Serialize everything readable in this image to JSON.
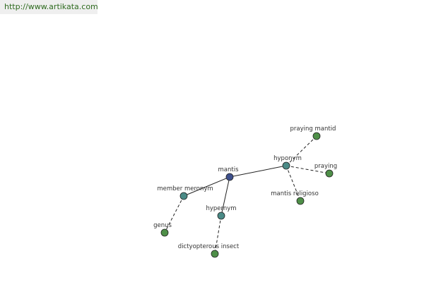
{
  "url": "http://www.artikata.com",
  "colors": {
    "center": "#3d4f8c",
    "relation": "#4a8a86",
    "leaf": "#4e8f48"
  },
  "nodes": [
    {
      "id": "mantis",
      "label": "mantis",
      "kind": "center"
    },
    {
      "id": "hyponym",
      "label": "hyponym",
      "kind": "relation"
    },
    {
      "id": "member-meronym",
      "label": "member meronym",
      "kind": "relation"
    },
    {
      "id": "hypernym",
      "label": "hypernym",
      "kind": "relation"
    },
    {
      "id": "praying-mantid",
      "label": "praying mantid",
      "kind": "leaf"
    },
    {
      "id": "praying",
      "label": "praying",
      "kind": "leaf"
    },
    {
      "id": "mantis-religioso",
      "label": "mantis religioso",
      "kind": "leaf"
    },
    {
      "id": "genus",
      "label": "genus",
      "kind": "leaf"
    },
    {
      "id": "dictyopterous-insect",
      "label": "dictyopterous insect",
      "kind": "leaf"
    }
  ],
  "edges": [
    {
      "from": "mantis",
      "to": "hyponym",
      "style": "solid"
    },
    {
      "from": "mantis",
      "to": "member-meronym",
      "style": "solid"
    },
    {
      "from": "mantis",
      "to": "hypernym",
      "style": "solid"
    },
    {
      "from": "hyponym",
      "to": "praying-mantid",
      "style": "dashed"
    },
    {
      "from": "hyponym",
      "to": "praying",
      "style": "dashed"
    },
    {
      "from": "hyponym",
      "to": "mantis-religioso",
      "style": "dashed"
    },
    {
      "from": "member-meronym",
      "to": "genus",
      "style": "dashed"
    },
    {
      "from": "hypernym",
      "to": "dictyopterous-insect",
      "style": "dashed"
    }
  ]
}
